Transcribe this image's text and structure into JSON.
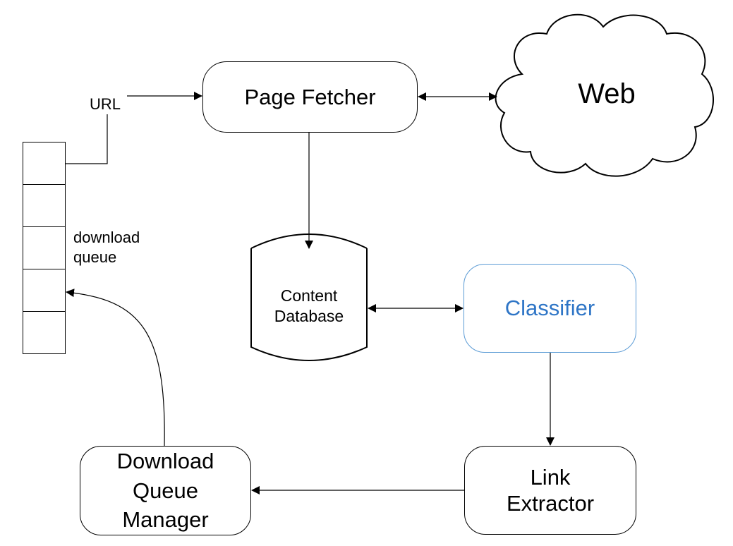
{
  "nodes": {
    "page_fetcher": "Page Fetcher",
    "web": "Web",
    "content_db": "Content\nDatabase",
    "classifier": "Classifier",
    "link_extractor": "Link\nExtractor",
    "download_queue_manager": "Download\nQueue\nManager"
  },
  "labels": {
    "url": "URL",
    "download_queue": "download\nqueue"
  },
  "queue": {
    "slot_count": 5
  },
  "colors": {
    "classifier_text": "#2e75c6",
    "classifier_border": "#5b9bd5"
  }
}
